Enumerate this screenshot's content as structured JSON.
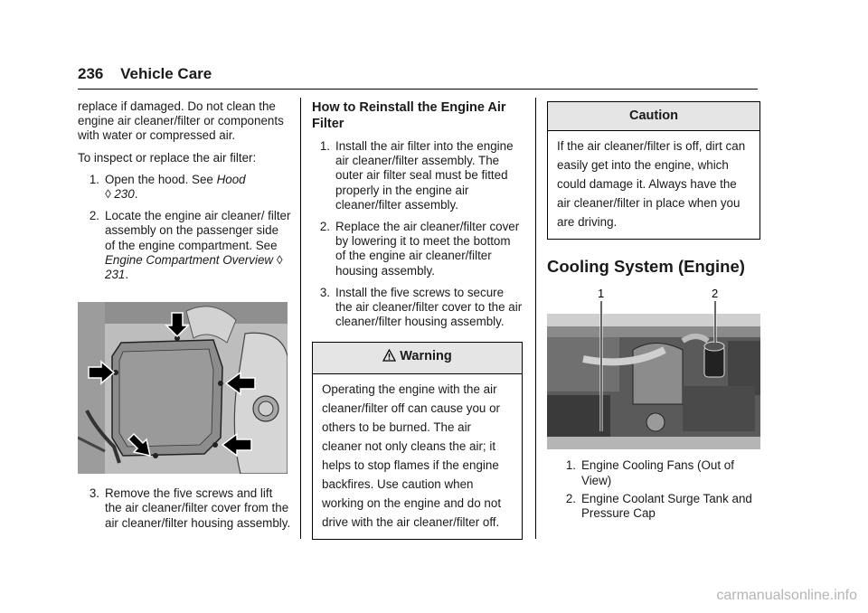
{
  "header": {
    "page_number": "236",
    "section": "Vehicle Care"
  },
  "col1": {
    "intro": "replace if damaged. Do not clean the engine air cleaner/filter or components with water or compressed air.",
    "lead": "To inspect or replace the air filter:",
    "step1": {
      "num": "1.",
      "text": "Open the hood. See ",
      "ref": "Hood",
      "page": "◊ 230",
      "end": "."
    },
    "step2": {
      "num": "2.",
      "text": "Locate the engine air cleaner/ filter assembly on the passenger side of the engine compartment. See ",
      "ref": "Engine Compartment Overview",
      "page": " ◊ 231",
      "end": "."
    },
    "step3": {
      "num": "3.",
      "text": "Remove the five screws and lift the air cleaner/filter cover from the air cleaner/filter housing assembly."
    }
  },
  "col2": {
    "heading": "How to Reinstall the Engine Air Filter",
    "steps": [
      {
        "num": "1.",
        "text": "Install the air filter into the engine air cleaner/filter assembly. The outer air filter seal must be fitted properly in the engine air cleaner/filter assembly."
      },
      {
        "num": "2.",
        "text": "Replace the air cleaner/filter cover by lowering it to meet the bottom of the engine air cleaner/filter housing assembly."
      },
      {
        "num": "3.",
        "text": "Install the five screws to secure the air cleaner/filter cover to the air cleaner/filter housing assembly."
      }
    ],
    "warning": {
      "title": "Warning",
      "body": "Operating the engine with the air cleaner/filter off can cause you or others to be burned. The air cleaner not only cleans the air; it helps to stop flames if the engine backfires. Use caution when working on the engine and do not drive with the air cleaner/filter off."
    }
  },
  "col3": {
    "caution": {
      "title": "Caution",
      "body": "If the air cleaner/filter is off, dirt can easily get into the engine, which could damage it. Always have the air cleaner/filter in place when you are driving."
    },
    "heading": "Cooling System (Engine)",
    "callout1": "1",
    "callout2": "2",
    "captions": [
      {
        "num": "1.",
        "text": "Engine Cooling Fans (Out of View)"
      },
      {
        "num": "2.",
        "text": "Engine Coolant Surge Tank and Pressure Cap"
      }
    ]
  },
  "watermark": "carmanualsonline.info"
}
